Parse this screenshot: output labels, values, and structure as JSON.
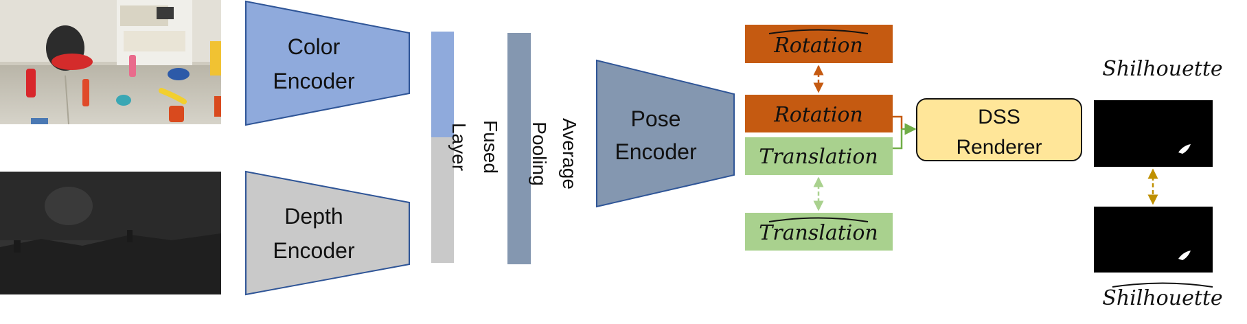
{
  "colors": {
    "color_encoder": "#8faadc",
    "depth_encoder": "#c9c9c9",
    "pose_encoder": "#8497b0",
    "fused_top": "#8faadc",
    "fused_bottom": "#c9c9c9",
    "pooling": "#8497b0",
    "rotation": "#c55a11",
    "translation": "#a9d18e",
    "renderer": "#ffe699",
    "arrow_rotation": "#c55a11",
    "arrow_translation": "#a9d18e",
    "arrow_silhouette": "#bf9000",
    "arrow_to_renderer": "#70ad47"
  },
  "inputs": {
    "color_image": "rgb-photo",
    "depth_image": "depth-map"
  },
  "encoders": {
    "color_line1": "Color",
    "color_line2": "Encoder",
    "depth_line1": "Depth",
    "depth_line2": "Encoder",
    "pose_line1": "Pose",
    "pose_line2": "Encoder"
  },
  "fused": {
    "line1": "Fused",
    "line2": "Layer"
  },
  "pooling": {
    "line1": "Average",
    "line2": "Pooling"
  },
  "outputs": {
    "rotation_gt": "Rotation",
    "rotation_pred": "Rotation",
    "translation_pred": "Translation",
    "translation_gt": "Translation"
  },
  "renderer": {
    "line1": "DSS",
    "line2": "Renderer"
  },
  "silhouettes": {
    "top_label": "Shilhouette",
    "bottom_label": "Shilhouette"
  }
}
